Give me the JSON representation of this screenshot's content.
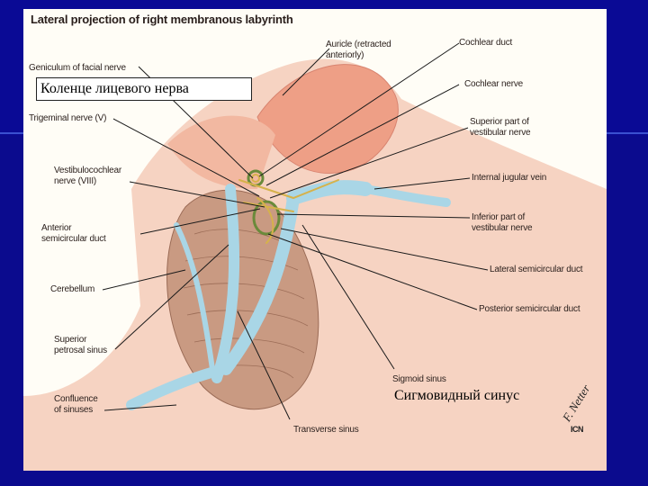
{
  "title": "Lateral projection of right membranous labyrinth",
  "labels": {
    "geniculum": "Geniculum of facial nerve",
    "trigeminal": "Trigeminal nerve (V)",
    "vestibulocochlear": "Vestibulocochlear\nnerve (VIII)",
    "anterior_duct": "Anterior\nsemicircular duct",
    "cerebellum": "Cerebellum",
    "superior_petrosal": "Superior\npetrosal sinus",
    "confluence": "Confluence\nof sinuses",
    "auricle": "Auricle (retracted\nanteriorly)",
    "cochlear_duct": "Cochlear duct",
    "cochlear_nerve": "Cochlear nerve",
    "sup_vestibular": "Superior part of\nvestibular nerve",
    "ijv": "Internal jugular vein",
    "inf_vestibular": "Inferior part of\nvestibular nerve",
    "lateral_duct": "Lateral semicircular duct",
    "posterior_duct": "Posterior semicircular duct",
    "sigmoid": "Sigmoid sinus",
    "transverse": "Transverse sinus"
  },
  "overlays": {
    "geniculum_ru": "Коленце лицевого нерва",
    "sigmoid_ru": "Сигмовидный синус"
  },
  "signature": "F. Netter",
  "badge": "ICN",
  "colors": {
    "slide_bg": "#0a0a8c",
    "panel_bg": "#fffdf6",
    "skin": "#f0b49a",
    "sinus": "#a9d6e6",
    "cerebellum": "#c99a82",
    "nerve": "#d6b24a"
  }
}
